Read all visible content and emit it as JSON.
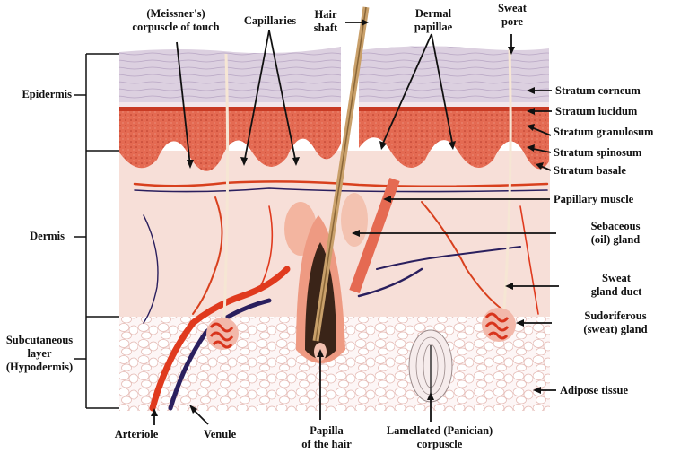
{
  "diagram": {
    "subject": "Cross-section of human skin",
    "layers": [
      {
        "id": "epidermis",
        "label": "Epidermis"
      },
      {
        "id": "dermis",
        "label": "Dermis"
      },
      {
        "id": "hypodermis",
        "label_lines": [
          "Subcutaneous",
          "layer",
          "(Hypodermis)"
        ]
      }
    ],
    "top_labels": [
      {
        "id": "meissner",
        "lines": [
          "(Meissner's)",
          "corpuscle of touch"
        ]
      },
      {
        "id": "capillaries",
        "lines": [
          "Capillaries"
        ]
      },
      {
        "id": "hair-shaft",
        "lines": [
          "Hair",
          "shaft"
        ]
      },
      {
        "id": "dermal-papillae",
        "lines": [
          "Dermal",
          "papillae"
        ]
      },
      {
        "id": "sweat-pore",
        "lines": [
          "Sweat",
          "pore"
        ]
      }
    ],
    "right_labels": [
      {
        "id": "stratum-corneum",
        "lines": [
          "Stratum corneum"
        ]
      },
      {
        "id": "stratum-lucidum",
        "lines": [
          "Stratum lucidum"
        ]
      },
      {
        "id": "stratum-granulosum",
        "lines": [
          "Stratum granulosum"
        ]
      },
      {
        "id": "stratum-spinosum",
        "lines": [
          "Stratum spinosum"
        ]
      },
      {
        "id": "stratum-basale",
        "lines": [
          "Stratum basale"
        ]
      },
      {
        "id": "papillary-muscle",
        "lines": [
          "Papillary muscle"
        ]
      },
      {
        "id": "sebaceous-gland",
        "lines": [
          "Sebaceous",
          "(oil) gland"
        ]
      },
      {
        "id": "sweat-gland-duct",
        "lines": [
          "Sweat",
          "gland duct"
        ]
      },
      {
        "id": "sudoriferous-gland",
        "lines": [
          "Sudoriferous",
          "(sweat) gland"
        ]
      },
      {
        "id": "adipose-tissue",
        "lines": [
          "Adipose tissue"
        ]
      }
    ],
    "bottom_labels": [
      {
        "id": "arteriole",
        "lines": [
          "Arteriole"
        ]
      },
      {
        "id": "venule",
        "lines": [
          "Venule"
        ]
      },
      {
        "id": "papilla-of-hair",
        "lines": [
          "Papilla",
          "of the hair"
        ]
      },
      {
        "id": "lamellated-corpuscle",
        "lines": [
          "Lamellated (Panician)",
          "corpuscle"
        ]
      }
    ],
    "colors": {
      "stratum_corneum": "#d8c8dc",
      "epidermis_red": "#e0604a",
      "dermis": "#f6dcd6",
      "artery": "#e03a1e",
      "vein": "#2a1f5e",
      "hair": "#c9a06a",
      "fat": "#fbf3f3"
    }
  }
}
